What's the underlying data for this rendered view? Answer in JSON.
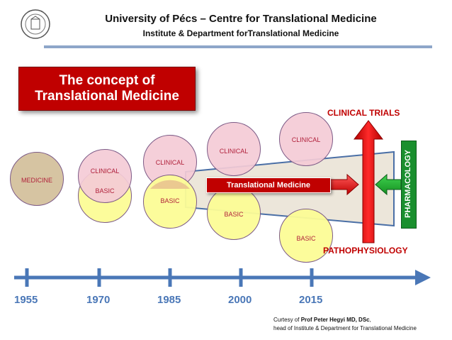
{
  "header": {
    "title": "University of Pécs – Centre for Translational Medicine",
    "subtitle": "Institute & Department forTranslational Medicine"
  },
  "concept": {
    "line1": "The concept of",
    "line2": "Translational Medicine"
  },
  "circles": {
    "medicine": "MEDICINE",
    "clinical": "CLINICAL",
    "basic": "BASIC"
  },
  "translational_medicine": "Translational Medicine",
  "clinical_trials": "CLINICAL TRIALS",
  "pathophysiology": "PATHOPHYSIOLOGY",
  "pharmacology": "PHARMACOLOGY",
  "timeline": {
    "years": [
      "1955",
      "1970",
      "1985",
      "2000",
      "2015"
    ]
  },
  "credit": {
    "prefix": "Curtesy of ",
    "name": "Prof Peter Hegyi MD, DSc",
    "suffix": ",",
    "line2": "head of Institute & Department for Translational Medicine"
  },
  "colors": {
    "accent_red": "#c00000",
    "timeline_blue": "#4a77b7",
    "pharmacology_green": "#1a8f2e",
    "basic_yellow": "#fcfc96",
    "clinical_pink": "#f4cbd6"
  }
}
